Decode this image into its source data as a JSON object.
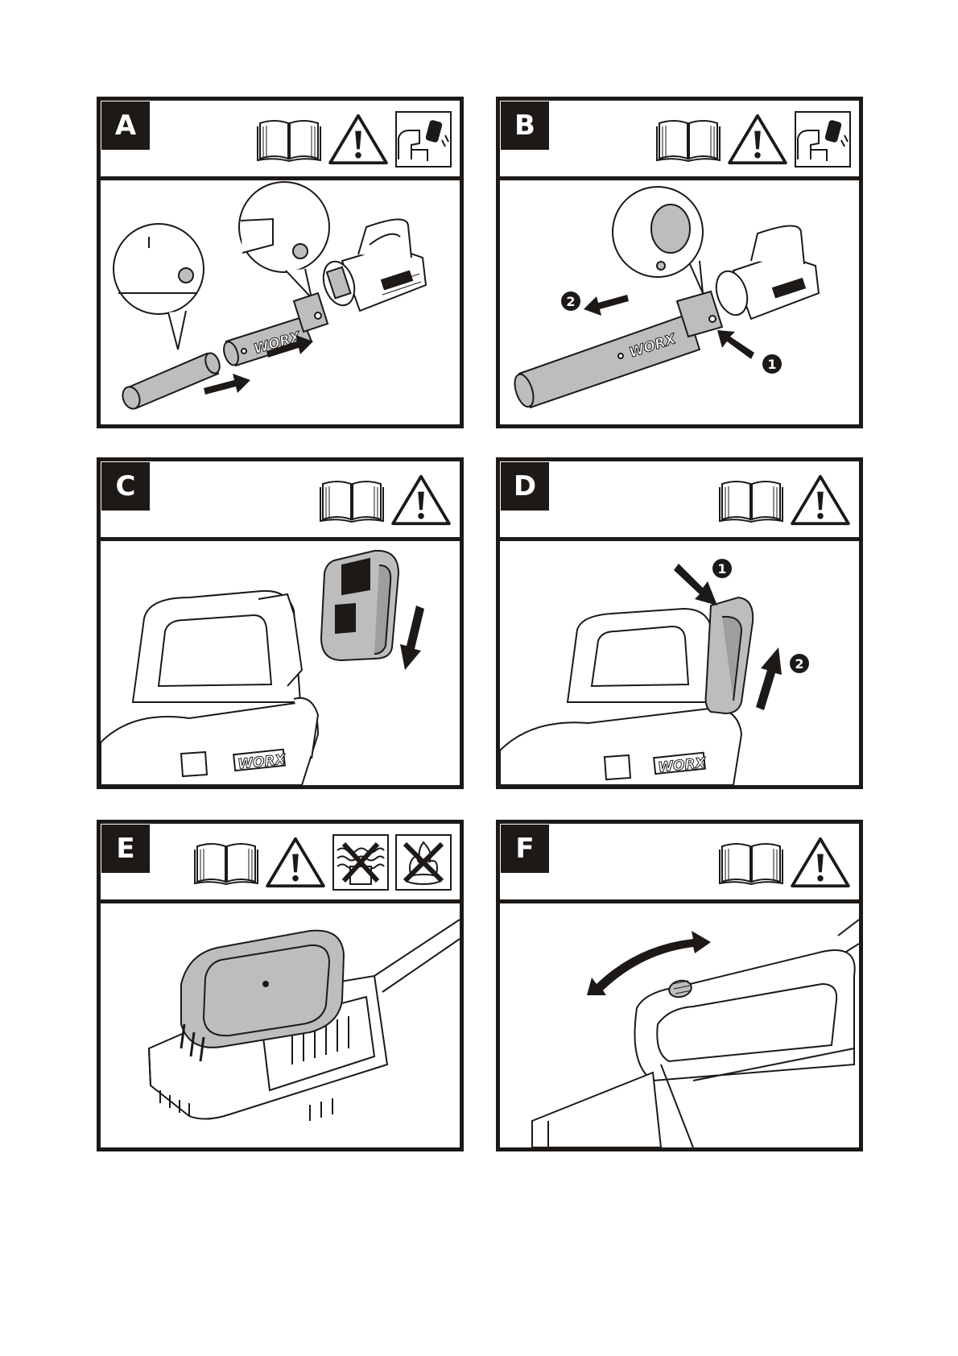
{
  "panels": [
    {
      "letter": "A",
      "icons": [
        "manual-book-icon",
        "warning-icon",
        "remove-battery-icon"
      ],
      "brand": "WORX"
    },
    {
      "letter": "B",
      "icons": [
        "manual-book-icon",
        "warning-icon",
        "remove-battery-icon"
      ],
      "brand": "WORX",
      "steps": [
        "1",
        "2"
      ]
    },
    {
      "letter": "C",
      "icons": [
        "manual-book-icon",
        "warning-icon"
      ],
      "brand": "WORX"
    },
    {
      "letter": "D",
      "icons": [
        "manual-book-icon",
        "warning-icon"
      ],
      "brand": "WORX",
      "steps": [
        "1",
        "2"
      ]
    },
    {
      "letter": "E",
      "icons": [
        "manual-book-icon",
        "warning-icon",
        "no-water-icon",
        "no-fire-icon"
      ]
    },
    {
      "letter": "F",
      "icons": [
        "manual-book-icon",
        "warning-icon"
      ]
    }
  ],
  "colors": {
    "ink": "#1c1917",
    "part_fill": "#bdbdbd",
    "paper": "#ffffff"
  }
}
